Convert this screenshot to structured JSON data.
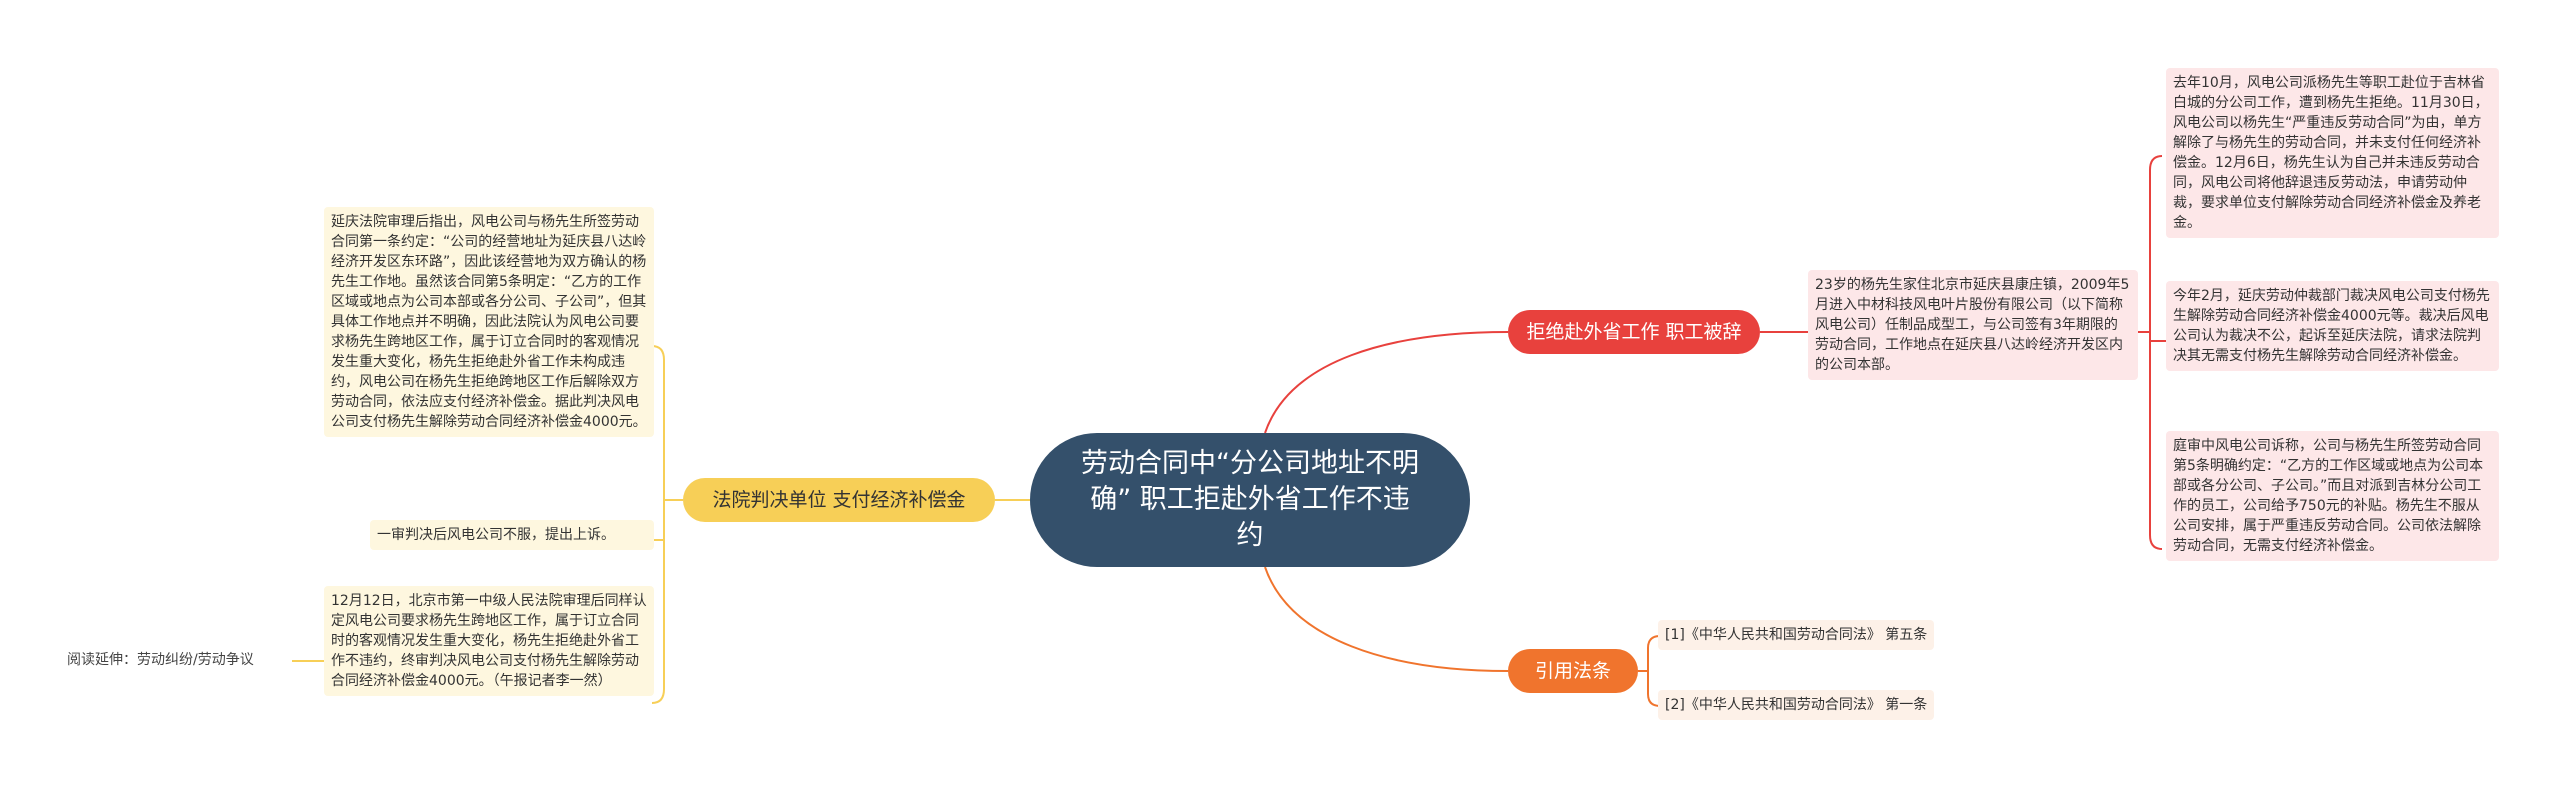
{
  "central": {
    "title": "劳动合同中“分公司地址不明确” 职工拒赴外省工作不违约"
  },
  "branches": [
    {
      "label": "拒绝赴外省工作 职工被辞",
      "color": "#e8413d",
      "children": [
        {
          "text": "23岁的杨先生家住北京市延庆县康庄镇，2009年5月进入中材科技风电叶片股份有限公司（以下简称风电公司）任制品成型工，与公司签有3年期限的劳动合同，工作地点在延庆县八达岭经济开发区内的公司本部。",
          "children": [
            "去年10月，风电公司派杨先生等职工赴位于吉林省白城的分公司工作，遭到杨先生拒绝。11月30日，风电公司以杨先生“严重违反劳动合同”为由，单方解除了与杨先生的劳动合同，并未支付任何经济补偿金。12月6日，杨先生认为自己并未违反劳动合同，风电公司将他辞退违反劳动法，申请劳动仲裁，要求单位支付解除劳动合同经济补偿金及养老金。",
            "今年2月，延庆劳动仲裁部门裁决风电公司支付杨先生解除劳动合同经济补偿金4000元等。裁决后风电公司认为裁决不公，起诉至延庆法院，请求法院判决其无需支付杨先生解除劳动合同经济补偿金。",
            "庭审中风电公司诉称，公司与杨先生所签劳动合同第5条明确约定：“乙方的工作区域或地点为公司本部或各分公司、子公司。”而且对派到吉林分公司工作的员工，公司给予750元的补贴。杨先生不服从公司安排，属于严重违反劳动合同。公司依法解除劳动合同，无需支付经济补偿金。"
          ]
        }
      ]
    },
    {
      "label": "法院判决单位 支付经济补偿金",
      "color": "#f7cf57",
      "children": [
        {
          "text": "延庆法院审理后指出，风电公司与杨先生所签劳动合同第一条约定：“公司的经营地址为延庆县八达岭经济开发区东环路”，因此该经营地为双方确认的杨先生工作地。虽然该合同第5条明定：“乙方的工作区域或地点为公司本部或各分公司、子公司”，但其具体工作地点并不明确，因此法院认为风电公司要求杨先生跨地区工作，属于订立合同时的客观情况发生重大变化，杨先生拒绝赴外省工作未构成违约，风电公司在杨先生拒绝跨地区工作后解除双方劳动合同，依法应支付经济补偿金。据此判决风电公司支付杨先生解除劳动合同经济补偿金4000元。",
          "children": []
        },
        {
          "text": "一审判决后风电公司不服，提出上诉。",
          "children": []
        },
        {
          "text": "12月12日，北京市第一中级人民法院审理后同样认定风电公司要求杨先生跨地区工作，属于订立合同时的客观情况发生重大变化，杨先生拒绝赴外省工作不违约，终审判决风电公司支付杨先生解除劳动合同经济补偿金4000元。（午报记者李一然）",
          "children": [
            "阅读延伸：劳动纠纷/劳动争议"
          ]
        }
      ]
    },
    {
      "label": "引用法条",
      "color": "#f0742d",
      "children": [
        {
          "text": "[1]《中华人民共和国劳动合同法》 第五条",
          "children": []
        },
        {
          "text": "[2]《中华人民共和国劳动合同法》 第一条",
          "children": []
        }
      ]
    }
  ]
}
